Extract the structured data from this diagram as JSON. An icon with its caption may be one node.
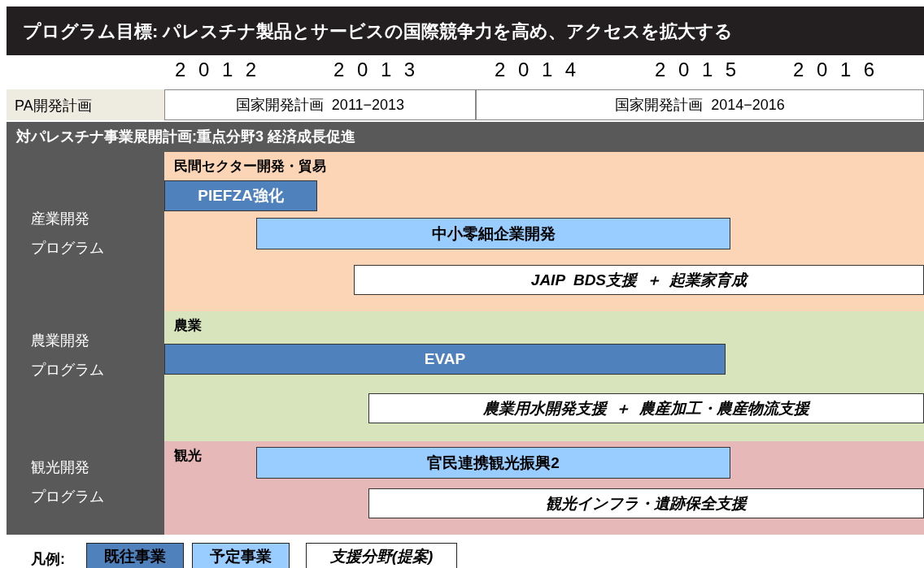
{
  "diagram": {
    "title": "プログラム目標:  パレスチナ製品とサービスの国際競争力を高め、アクセスを拡大する",
    "nodes": [
      {
        "text": [
          "国家開発計画  2011−2013"
        ]
      },
      {
        "text": [
          "国家開発計画  2014−2016"
        ]
      },
      {
        "text": [
          "対パレスチナ事業展開計画:重点分野3  経済成長促進"
        ]
      },
      {
        "text": [
          "民間セクター開発・貿易"
        ],
        "in": 2
      },
      {
        "text": [
          "PIEFZA強化"
        ],
        "in": 3
      },
      {
        "text": [
          "中小零細企業開発"
        ],
        "in": 3
      },
      {
        "text": [
          "JAIP  BDS支援  ＋  起業家育成"
        ],
        "in": 3
      },
      {
        "text": [
          "農業"
        ],
        "in": 2
      },
      {
        "text": [
          "EVAP"
        ],
        "in": 7
      },
      {
        "text": [
          "農業用水開発支援  ＋  農産加工・農産物流支援"
        ],
        "in": 7
      },
      {
        "text": [
          "観光"
        ],
        "in": 2
      },
      {
        "text": [
          "官民連携観光振興2"
        ],
        "in": 10
      },
      {
        "text": [
          "観光インフラ・遺跡保全支援"
        ],
        "in": 10
      }
    ],
    "edges": [],
    "labels": [
      "2012",
      "2013",
      "2014",
      "2015",
      "2016",
      "PA開発計画",
      "産業開発",
      "プログラム",
      "農業開発",
      "プログラム",
      "観光開発",
      "プログラム",
      "凡例:"
    ],
    "legend": [
      {
        "text": "既往事業",
        "color": "#4f81bd"
      },
      {
        "text": "予定事業",
        "color": "#99ccff"
      },
      {
        "text": "支援分野(提案)",
        "color": "#ffffff"
      }
    ]
  }
}
